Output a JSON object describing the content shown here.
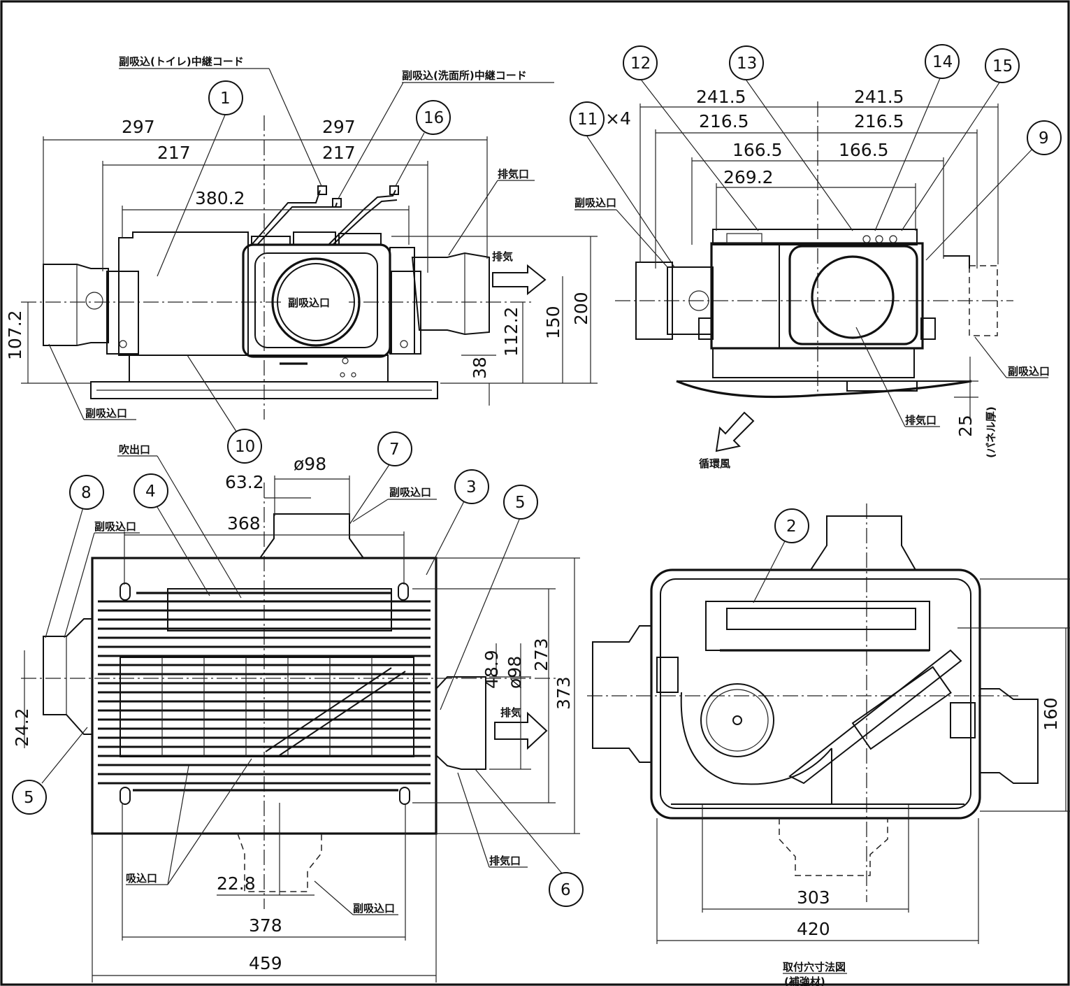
{
  "dims": {
    "d297a": "297",
    "d297b": "297",
    "d217a": "217",
    "d217b": "217",
    "d380_2": "380.2",
    "d107_2": "107.2",
    "d112_2": "112.2",
    "d150": "150",
    "d200": "200",
    "d38": "38",
    "d241_5a": "241.5",
    "d241_5b": "241.5",
    "d216_5a": "216.5",
    "d216_5b": "216.5",
    "d166_5a": "166.5",
    "d166_5b": "166.5",
    "d269_2": "269.2",
    "d25": "25",
    "x4": "×4",
    "phi98a": "ø98",
    "d63_2": "63.2",
    "d368": "368",
    "d48_9": "48.9",
    "phi98b": "ø98",
    "d273": "273",
    "d373": "373",
    "d24_2": "24.2",
    "d22_8": "22.8",
    "d378": "378",
    "d459": "459",
    "d160": "160",
    "d303": "303",
    "d420": "420"
  },
  "labels": {
    "sub_toilet_cord": "副吸込(トイレ)中継コード",
    "sub_wash_cord": "副吸込(洗面所)中継コード",
    "exhaust_port_1": "排気口",
    "exhaust_1": "排気",
    "sub_intake_center": "副吸込口",
    "sub_intake_left_bottom": "副吸込口",
    "sub_intake_tr_left": "副吸込口",
    "sub_intake_tr_right": "副吸込口",
    "exhaust_port_tr": "排気口",
    "circulation_air": "循環風",
    "panel_thickness": "(パネル厚)",
    "outlet": "吹出口",
    "sub_intake_bl_top": "副吸込口",
    "sub_intake_bl_left": "副吸込口",
    "exhaust_2": "排気",
    "intake": "吸込口",
    "exhaust_port_2": "排気口",
    "sub_intake_bl_bottom": "副吸込口",
    "mounting_hole_title": "取付穴寸法図",
    "reinforcement": "(補強材)"
  },
  "bubbles": {
    "b1": "1",
    "b16": "16",
    "b10": "10",
    "b12": "12",
    "b13": "13",
    "b14": "14",
    "b15": "15",
    "b11": "11",
    "b9": "9",
    "b8": "8",
    "b4": "4",
    "b7": "7",
    "b3": "3",
    "b5a": "5",
    "b5b": "5",
    "b6": "6",
    "b2": "2"
  }
}
